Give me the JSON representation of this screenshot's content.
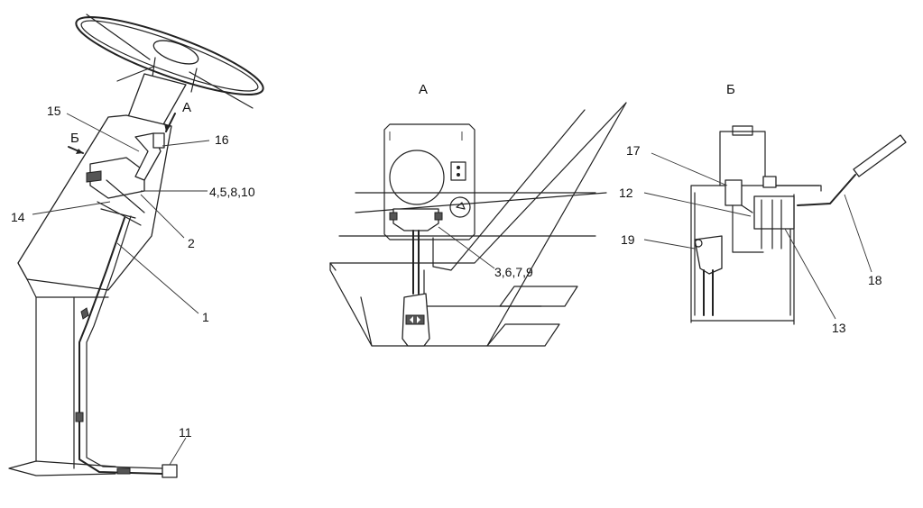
{
  "views": {
    "a_title": "А",
    "b_title": "Б"
  },
  "callouts": {
    "c1": "1",
    "c2": "2",
    "c3679": "3,6,7,9",
    "c45810": "4,5,8,10",
    "c11": "11",
    "c12": "12",
    "c13": "13",
    "c14": "14",
    "c15": "15",
    "c16": "16",
    "c17": "17",
    "c18": "18",
    "c19": "19"
  },
  "view_markers": {
    "a": "А",
    "b": "Б"
  }
}
